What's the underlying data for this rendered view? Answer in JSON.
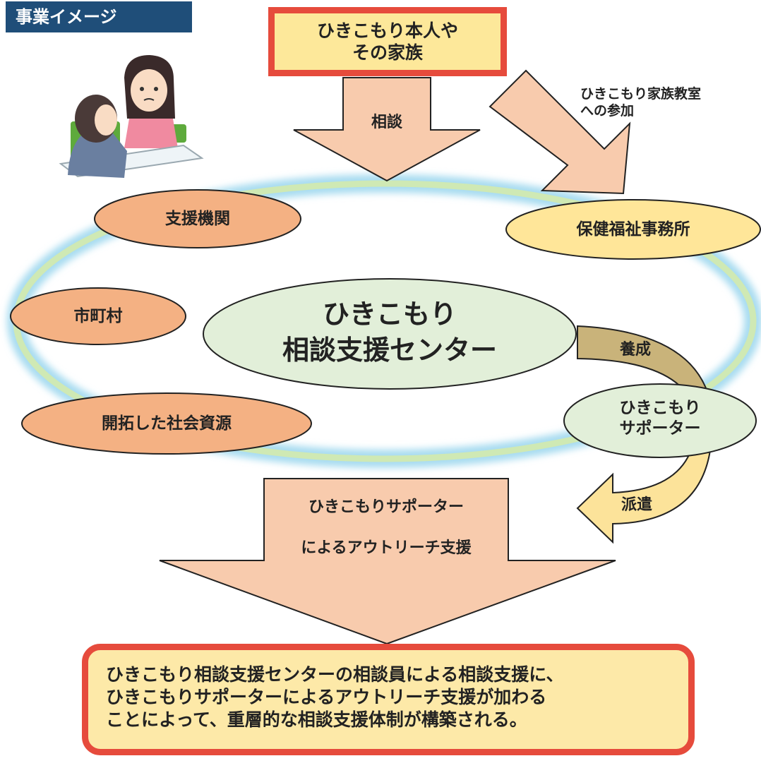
{
  "header": {
    "tab_label": "事業イメージ"
  },
  "top": {
    "line1": "ひきこもり本人や",
    "line2": "その家族"
  },
  "arrows": {
    "consult": "相談",
    "classroom_line1": "ひきこもり家族教室",
    "classroom_line2": "への参加",
    "train": "養成",
    "dispatch": "派遣",
    "outreach_line1": "ひきこもりサポーター",
    "outreach_line2": "によるアウトリーチ支援"
  },
  "nodes": {
    "support_orgs": "支援機関",
    "health_office": "保健福祉事務所",
    "municipalities": "市町村",
    "center_line1": "ひきこもり",
    "center_line2": "相談支援センター",
    "resources": "開拓した社会資源",
    "supporter_line1": "ひきこもり",
    "supporter_line2": "サポーター"
  },
  "conclusion": {
    "line1": "ひきこもり相談支援センターの相談員による相談支援に、",
    "line2": "ひきこもりサポーターによるアウトリーチ支援が加わる",
    "line3": "ことによって、重層的な相談支援体制が構築される。"
  },
  "colors": {
    "orange_node": "#f4b183",
    "yellow_node": "#ffe699",
    "green_node": "#e2efd9",
    "arrow_peach": "#f8cbad",
    "arrow_olive": "#c9b37a",
    "arrow_yellow": "#fce39a",
    "ring": "#c5e6b8",
    "accent_red": "#e64b3c",
    "tab_navy": "#1f4e79"
  },
  "illustration": "consultation-people-illustration"
}
